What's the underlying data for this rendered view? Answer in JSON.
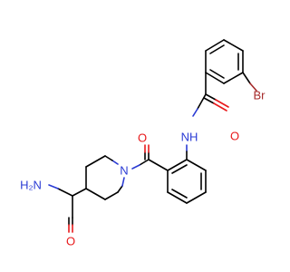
{
  "molecule": {
    "colors": {
      "bond": "#000000",
      "oxygen": "#e8191b",
      "nitrogen": "#2a3bd4",
      "bromine": "#a52a2a"
    },
    "labels": {
      "br": "Br",
      "nh_amide": "NH",
      "o_amide_top": "O",
      "o_ketone": "O",
      "n_piperidine": "N",
      "nh2": "H₂N",
      "o_carboxamide": "O"
    }
  }
}
